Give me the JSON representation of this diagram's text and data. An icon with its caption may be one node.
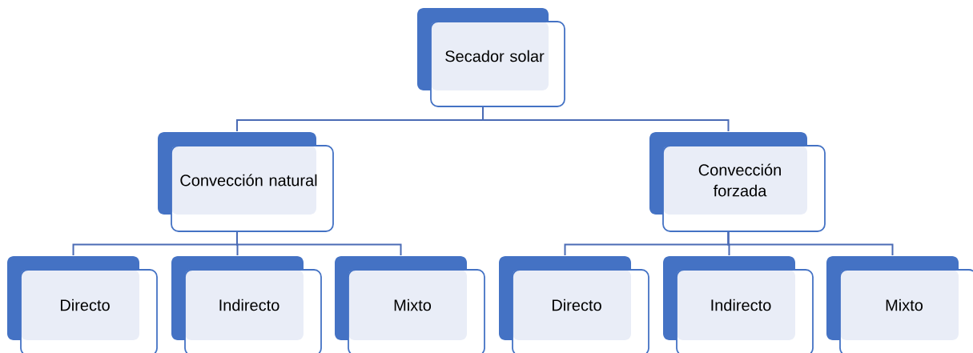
{
  "diagram": {
    "nodes": [
      {
        "text": [
          "Secador solar"
        ]
      },
      {
        "text": [
          "Convección natural"
        ]
      },
      {
        "text": [
          "Convección forzada"
        ]
      },
      {
        "text": [
          "Directo"
        ]
      },
      {
        "text": [
          "Indirecto"
        ]
      },
      {
        "text": [
          "Mixto"
        ]
      },
      {
        "text": [
          "Directo"
        ]
      },
      {
        "text": [
          "Indirecto"
        ]
      },
      {
        "text": [
          "Mixto"
        ]
      }
    ],
    "edges": [
      {
        "from": 0,
        "to": 1,
        "arrow": "none"
      },
      {
        "from": 0,
        "to": 2,
        "arrow": "none"
      },
      {
        "from": 1,
        "to": 3,
        "arrow": "none"
      },
      {
        "from": 1,
        "to": 4,
        "arrow": "none"
      },
      {
        "from": 1,
        "to": 5,
        "arrow": "none"
      },
      {
        "from": 2,
        "to": 6,
        "arrow": "none"
      },
      {
        "from": 2,
        "to": 7,
        "arrow": "none"
      },
      {
        "from": 2,
        "to": 8,
        "arrow": "none"
      }
    ]
  }
}
